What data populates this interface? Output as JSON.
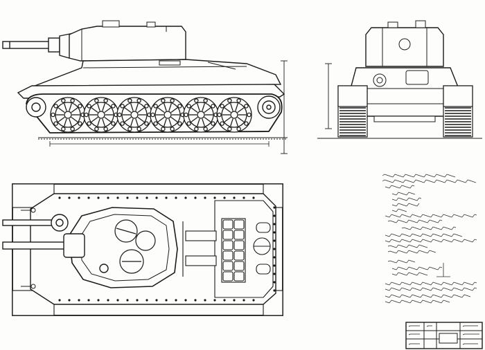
{
  "drawing": {
    "ink_color": "#1a1a1a",
    "paper_color": "#fdfdfb",
    "views": [
      "side-view",
      "rear-view",
      "top-view"
    ],
    "side_view": {
      "road_wheels": 6
    },
    "top_view": {
      "hatches": 2,
      "exhaust_grille": 1
    }
  }
}
